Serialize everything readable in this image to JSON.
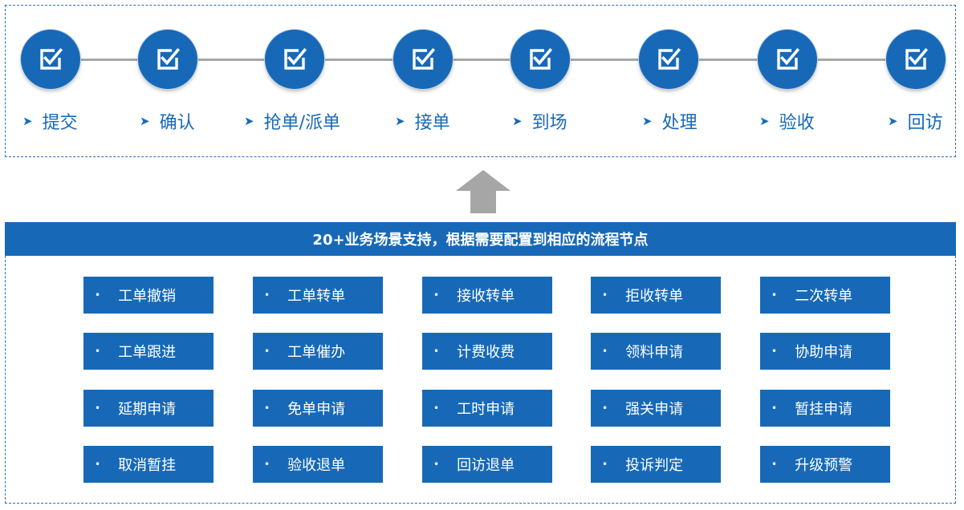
{
  "process": {
    "steps": [
      {
        "label": "提交"
      },
      {
        "label": "确认"
      },
      {
        "label": "抢单/派单"
      },
      {
        "label": "接单"
      },
      {
        "label": "到场"
      },
      {
        "label": "处理"
      },
      {
        "label": "验收"
      },
      {
        "label": "回访"
      }
    ],
    "step_icon": "checkbox-icon",
    "label_marker_icon": "chevron-right-icon",
    "connector_icon": "up-arrow-icon"
  },
  "banner": {
    "title": "20+业务场景支持，根据需要配置到相应的流程节点"
  },
  "scenarios": [
    "工单撤销",
    "工单转单",
    "接收转单",
    "拒收转单",
    "二次转单",
    "工单跟进",
    "工单催办",
    "计费收费",
    "领料申请",
    "协助申请",
    "延期申请",
    "免单申请",
    "工时申请",
    "强关申请",
    "暂挂申请",
    "取消暂挂",
    "验收退单",
    "回访退单",
    "投诉判定",
    "升级预警"
  ],
  "colors": {
    "primary": "#1769b8",
    "connector": "#a6a6a6",
    "arrow": "#a6a6a6",
    "border": "#2a6fb5"
  }
}
